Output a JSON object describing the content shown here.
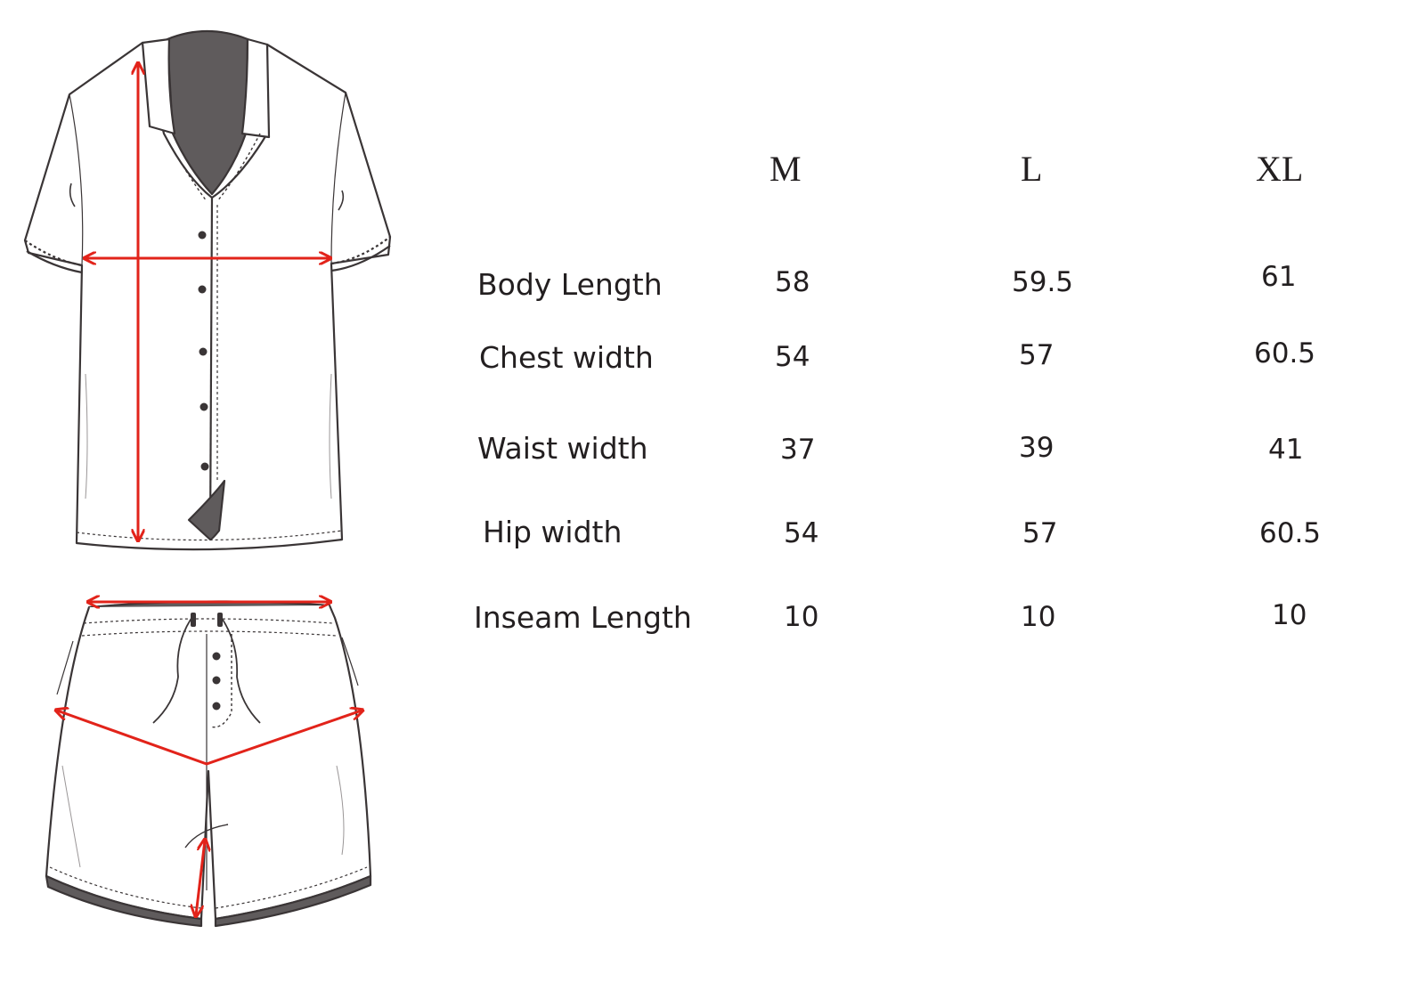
{
  "size_chart": {
    "sizes": [
      "M",
      "L",
      "XL"
    ],
    "rows": [
      {
        "label": "Body Length",
        "values": [
          "58",
          "59.5",
          "61"
        ]
      },
      {
        "label": "Chest width",
        "values": [
          "54",
          "57",
          "60.5"
        ]
      },
      {
        "label": "Waist width",
        "values": [
          "37",
          "39",
          "41"
        ]
      },
      {
        "label": "Hip width",
        "values": [
          "54",
          "57",
          "60.5"
        ]
      },
      {
        "label": "Inseam Length",
        "values": [
          "10",
          "10",
          "10"
        ]
      }
    ]
  },
  "illustration": {
    "items": [
      "shirt-illustration",
      "shorts-illustration"
    ],
    "measure_color": "#e2231a",
    "garment_fill": "#ffffff",
    "outline_color": "#3a3536",
    "lining_color": "#5f5b5c"
  }
}
